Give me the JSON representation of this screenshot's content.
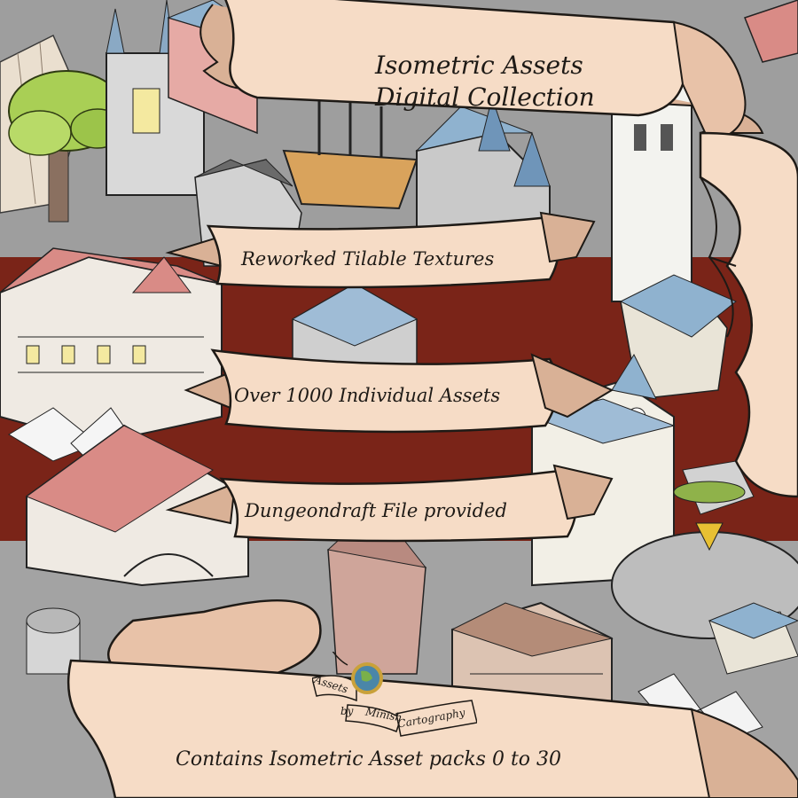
{
  "title": {
    "line1": "Isometric Assets",
    "line2": "Digital Collection"
  },
  "features": [
    "Reworked Tilable Textures",
    "Over 1000 Individual Assets",
    "Dungeondraft File provided"
  ],
  "footer": "Contains Isometric Asset packs 0 to 30",
  "logo": {
    "word1": "Assets",
    "word2": "by",
    "word3": "Minish",
    "word4": "Cartography"
  },
  "colors": {
    "parchment": "#f6dcc6",
    "parchment_shadow": "#d9b196",
    "ink": "#1e1a16",
    "ground_gray": "#9a9a9a",
    "road_red": "#7a2418",
    "roof_red": "#d98b86",
    "roof_blue": "#8fb2cf",
    "tree_green": "#a9cf55"
  }
}
